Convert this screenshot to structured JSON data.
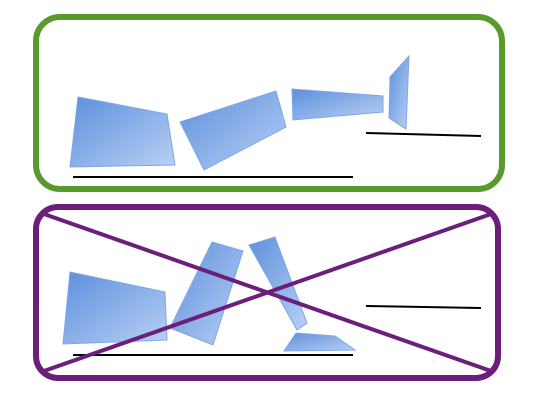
{
  "colors": {
    "background": "#ffffff",
    "correct_border": "#5a9a2c",
    "incorrect_border": "#6b1f7a",
    "cross_lines": "#6b1f7a",
    "shape_fill_light": "#a9c6f2",
    "shape_fill_dark": "#5d8fdc",
    "shape_stroke": "#7ea7e6",
    "baseline": "#000000"
  },
  "panels": [
    {
      "id": "correct-panel",
      "border_color_key": "correct_border",
      "crossed_out": false,
      "shapes": [
        "trapezoid-block",
        "tilted-quad-block",
        "thin-slab-block",
        "narrow-sliver-block"
      ],
      "lines": [
        "long-baseline",
        "short-baseline"
      ]
    },
    {
      "id": "incorrect-panel",
      "border_color_key": "incorrect_border",
      "crossed_out": true,
      "shapes": [
        "trapezoid-block",
        "leaning-slab-left",
        "leaning-slab-right",
        "flat-trapezoid-block"
      ],
      "lines": [
        "long-baseline",
        "short-baseline"
      ]
    }
  ]
}
